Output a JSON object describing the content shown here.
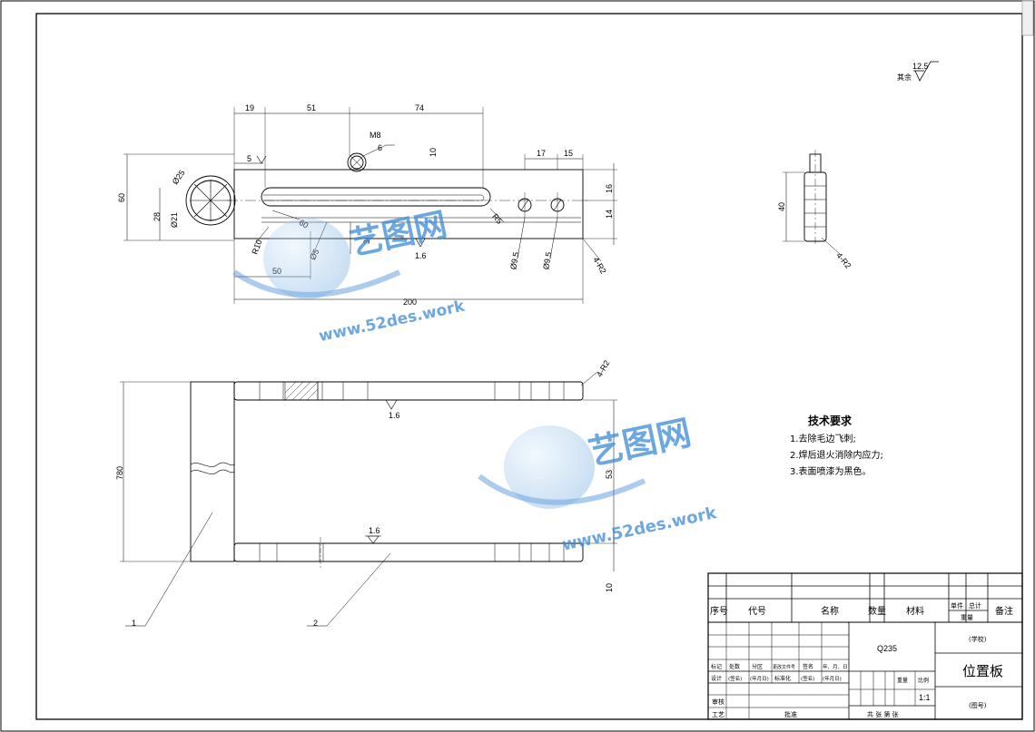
{
  "surface_note": {
    "label": "其余",
    "roughness": "12.5"
  },
  "top_view": {
    "dims_top": [
      "19",
      "51",
      "74"
    ],
    "dim_slot": "10",
    "dims_right": [
      "17",
      "15"
    ],
    "thread": "M8",
    "thread_depth": "6",
    "chamfer": "5",
    "dia_outer": "Ø25",
    "dia_inner": "Ø21",
    "dim_height": "60",
    "dim_28": "28",
    "dim_16": "16",
    "dim_14": "14",
    "r5": "R5",
    "r10": "R10",
    "dim_60": "60",
    "slot_w": "Ø5",
    "dim_3": "3",
    "surf_16a": "1.6",
    "dim_50": "50",
    "dim_200": "200",
    "hole1": "Ø9.5",
    "hole2": "Ø9.5",
    "r2": "4-R2"
  },
  "side_view": {
    "dim_40": "40",
    "r2": "4-R2"
  },
  "front_view": {
    "dim_780": "780",
    "dim_53": "53",
    "dim_10": "10",
    "surf_a": "1.6",
    "surf_b": "1.6",
    "r2": "4-R2",
    "part1": "1",
    "part2": "2"
  },
  "tech_req": {
    "title": "技术要求",
    "items": [
      "1.去除毛边飞刺;",
      "2.焊后退火消除内应力;",
      "3.表面喷漆为黑色。"
    ]
  },
  "title_block": {
    "bom_headers": [
      "序号",
      "代号",
      "名称",
      "数量",
      "材料",
      "单件",
      "总计",
      "重量",
      "备注"
    ],
    "material": "Q235",
    "school": "(学校)",
    "part_name": "位置板",
    "drawing_no": "(图号)",
    "row_labels": [
      "标记",
      "处数",
      "分区",
      "更改文件号",
      "签名",
      "年、月、日"
    ],
    "row2": [
      "设计",
      "(签名)",
      "(年月日)",
      "标准化",
      "(签名)",
      "(年月日)"
    ],
    "review": "审核",
    "process": "工艺",
    "approve": "批准",
    "weight": "重量",
    "scale_label": "比例",
    "scale": "1:1",
    "sheets": "共 张 第 张"
  },
  "watermark": {
    "brand": "艺图网",
    "url": "www.52des.work"
  }
}
